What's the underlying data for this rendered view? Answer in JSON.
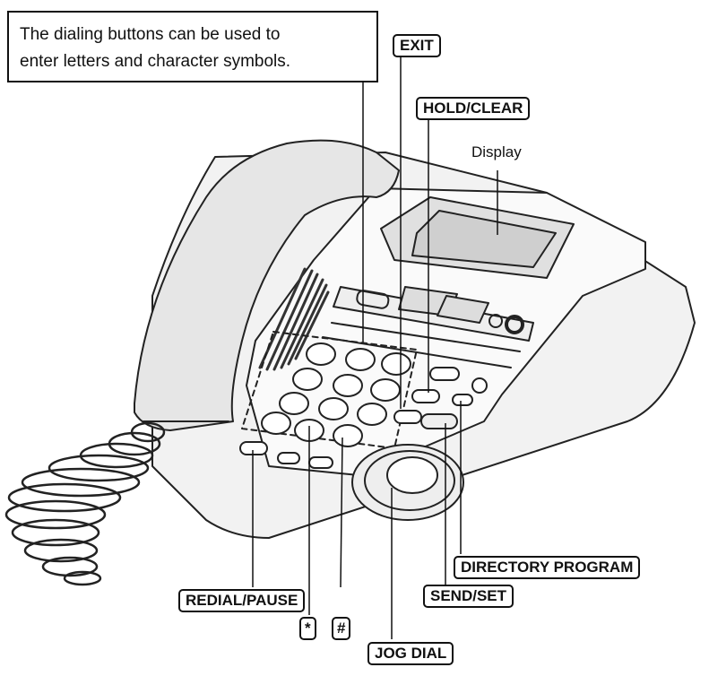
{
  "callout": {
    "line1": "The dialing buttons can be used to",
    "line2": "enter letters and character symbols."
  },
  "labels": {
    "exit": "EXIT",
    "hold_clear": "HOLD/CLEAR",
    "display": "Display",
    "redial_pause": "REDIAL/PAUSE",
    "star": "*",
    "hash": "#",
    "directory_program": "DIRECTORY PROGRAM",
    "send_set": "SEND/SET",
    "jog_dial": "JOG DIAL"
  }
}
